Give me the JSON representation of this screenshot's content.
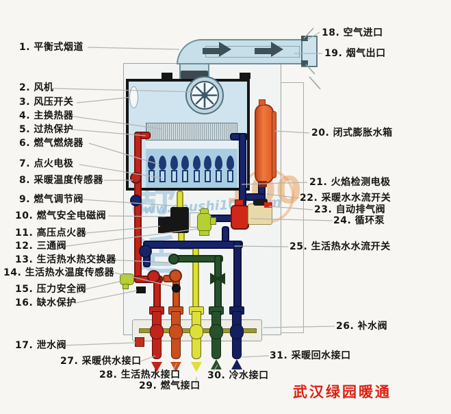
{
  "callouts": [
    {
      "id": "1",
      "text": "平衡式烟道"
    },
    {
      "id": "2",
      "text": "风机"
    },
    {
      "id": "3",
      "text": "风压开关"
    },
    {
      "id": "4",
      "text": "主换热器"
    },
    {
      "id": "5",
      "text": "过热保护"
    },
    {
      "id": "6",
      "text": "燃气燃烧器"
    },
    {
      "id": "7",
      "text": "点火电极"
    },
    {
      "id": "8",
      "text": "采暖温度传感器"
    },
    {
      "id": "9",
      "text": "燃气调节阀"
    },
    {
      "id": "10",
      "text": "燃气安全电磁阀"
    },
    {
      "id": "11",
      "text": "高压点火器"
    },
    {
      "id": "12",
      "text": "三通阀"
    },
    {
      "id": "13",
      "text": "生活热水热交换器"
    },
    {
      "id": "14",
      "text": "生活热水温度传感器"
    },
    {
      "id": "15",
      "text": "压力安全阀"
    },
    {
      "id": "16",
      "text": "缺水保护"
    },
    {
      "id": "17",
      "text": "泄水阀"
    },
    {
      "id": "18",
      "text": "空气进口"
    },
    {
      "id": "19",
      "text": "烟气出口"
    },
    {
      "id": "20",
      "text": "闭式膨胀水箱"
    },
    {
      "id": "21",
      "text": "火焰检测电极"
    },
    {
      "id": "22",
      "text": "采暖水水流开关"
    },
    {
      "id": "23",
      "text": "自动排气阀"
    },
    {
      "id": "24",
      "text": "循环泵"
    },
    {
      "id": "25",
      "text": "生活热水水流开关"
    },
    {
      "id": "26",
      "text": "补水阀"
    },
    {
      "id": "27",
      "text": "采暖供水接口"
    },
    {
      "id": "28",
      "text": "生活热水接口"
    },
    {
      "id": "29",
      "text": "燃气接口"
    },
    {
      "id": "30",
      "text": "冷水接口"
    },
    {
      "id": "31",
      "text": "采暖回水接口"
    }
  ],
  "ports": [
    {
      "callout_id": "27",
      "color_key": "heating_red",
      "flow": "down"
    },
    {
      "callout_id": "28",
      "color_key": "dhw_orange",
      "flow": "down"
    },
    {
      "callout_id": "29",
      "color_key": "gas_yellow",
      "flow": "down"
    },
    {
      "callout_id": "30",
      "color_key": "cold_green",
      "flow": "up"
    },
    {
      "callout_id": "31",
      "color_key": "return_navy",
      "flow": "up"
    }
  ],
  "watermark": {
    "logo_cn": "舒适",
    "logo_num": "100",
    "url": "www.shushi100.com"
  },
  "footer": {
    "company": "武汉绿园暖通"
  },
  "palette": {
    "heating_red": "#c0241a",
    "dhw_orange": "#cc4e1c",
    "gas_yellow": "#dfdf3a",
    "cold_green": "#27512c",
    "return_navy": "#131f5e",
    "pipe_navy": "#18246a",
    "flue_blue": "#c6dfe9",
    "tank_orange": "#e25b28",
    "valve_green": "#b5cf35",
    "pump_red": "#d02818",
    "brand_red": "#dd2012",
    "leader_gray": "#b4b4b2"
  }
}
